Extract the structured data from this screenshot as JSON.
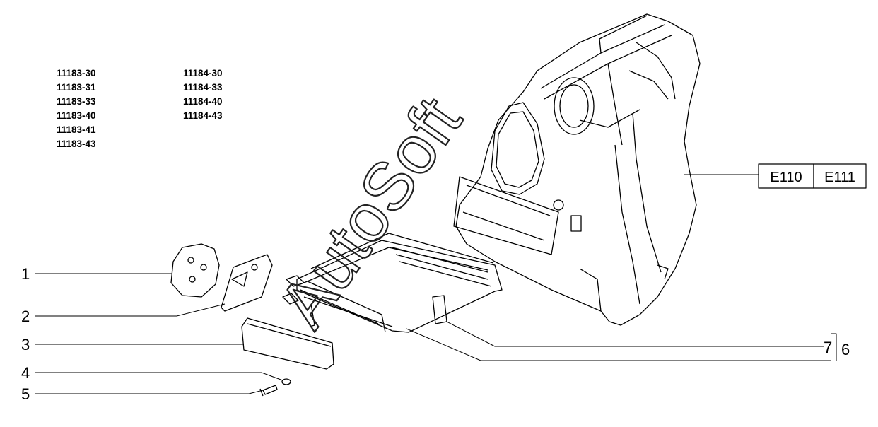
{
  "applicability": {
    "column_1": [
      "11183-30",
      "11183-31",
      "11183-33",
      "11183-40",
      "11183-41",
      "11183-43"
    ],
    "column_2": [
      "11184-30",
      "11184-33",
      "11184-40",
      "11184-43"
    ]
  },
  "callouts": {
    "part_1": "1",
    "part_2": "2",
    "part_3": "3",
    "part_4": "4",
    "part_5": "5",
    "part_6": "6",
    "part_7": "7"
  },
  "references": {
    "ref_1": "E110",
    "ref_2": "E111"
  },
  "watermark": "AutoSoft"
}
